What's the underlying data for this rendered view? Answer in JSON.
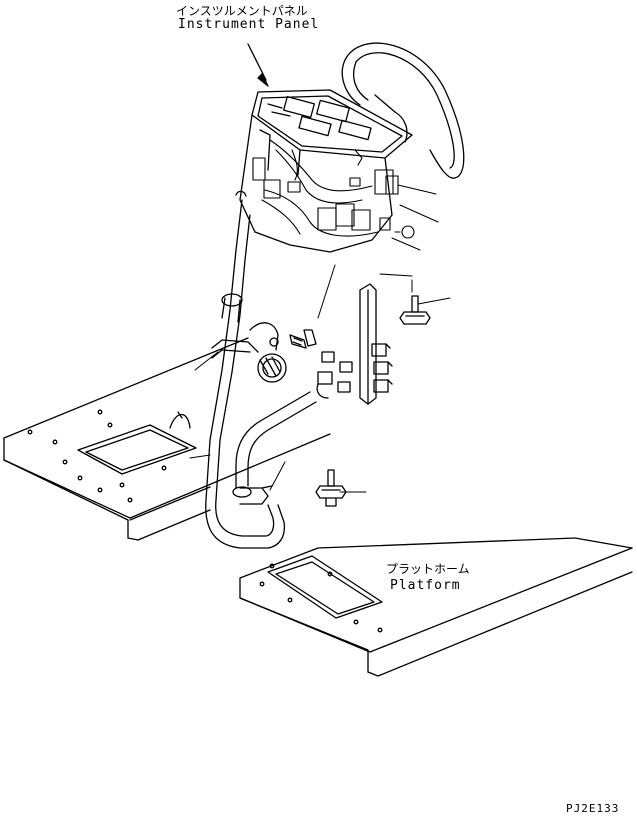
{
  "labels": {
    "instrument_panel_jp": "インスツルメントパネル",
    "instrument_panel_en": "Instrument Panel",
    "platform_jp": "プラットホーム",
    "platform_en": "Platform",
    "drawing_code": "PJ2E133"
  }
}
